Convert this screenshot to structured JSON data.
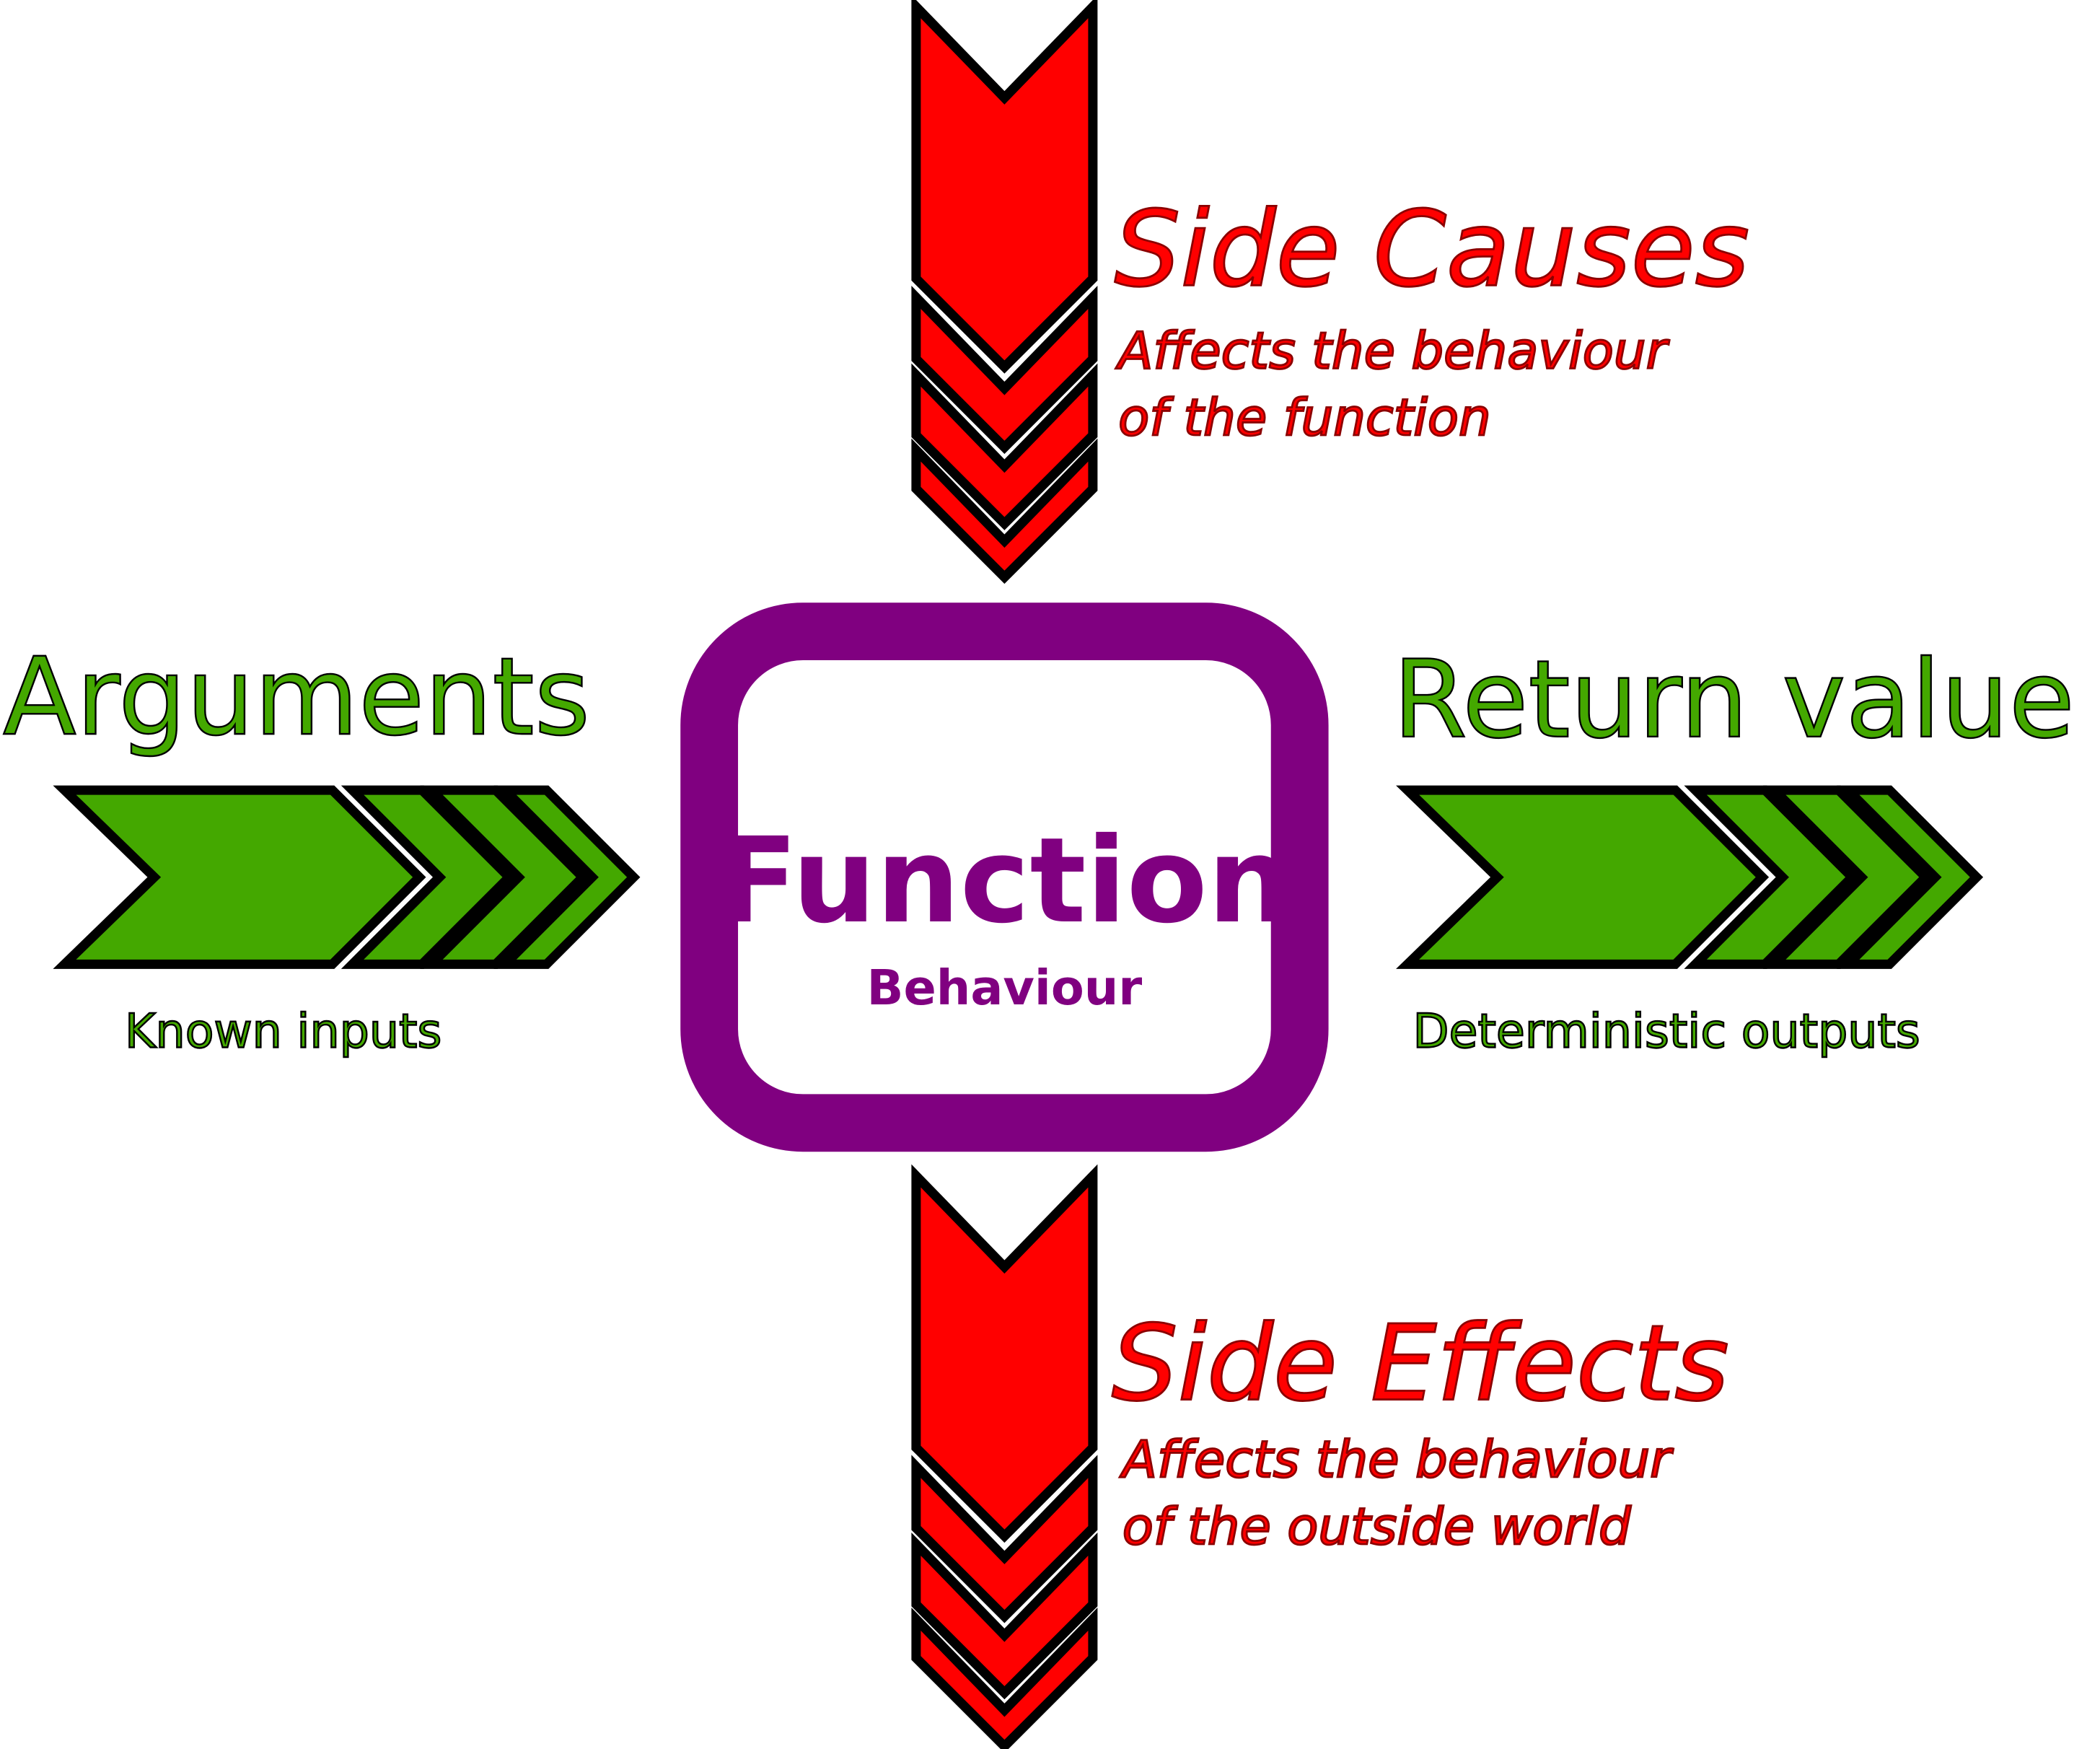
{
  "colors": {
    "side_arrow": "#ff0000",
    "main_arrow": "#44a800",
    "function_box": "#800080",
    "outline": "#000000"
  },
  "function_box": {
    "title": "Function",
    "subtitle": "Behaviour"
  },
  "inputs": {
    "title": "Arguments",
    "caption": "Known inputs"
  },
  "outputs": {
    "title": "Return value",
    "caption": "Deterministic outputs"
  },
  "side_causes": {
    "title": "Side Causes",
    "line1": "Affects the behaviour",
    "line2": "of the function"
  },
  "side_effects": {
    "title": "Side Effects",
    "line1": "Affects the behaviour",
    "line2": "of the outside world"
  }
}
